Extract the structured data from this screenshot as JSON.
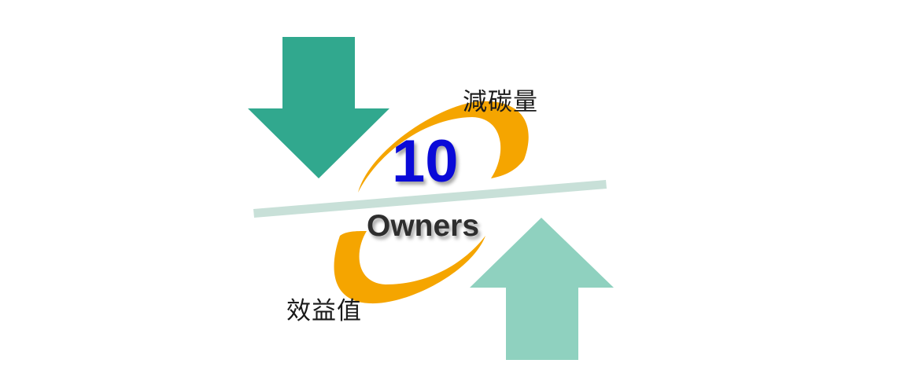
{
  "diagram": {
    "number": "10",
    "subtitle": "Owners",
    "label_top": "減碳量",
    "label_bottom": "效益值"
  },
  "colors": {
    "down_arrow": "#31a88e",
    "up_arrow": "#8fd1bf",
    "swoosh": "#f5a500",
    "divider_bar": "#c8e0d8",
    "number_text": "#0a0ad8",
    "subtitle_text": "#2e2e2e",
    "label_text": "#1a1a1a"
  }
}
